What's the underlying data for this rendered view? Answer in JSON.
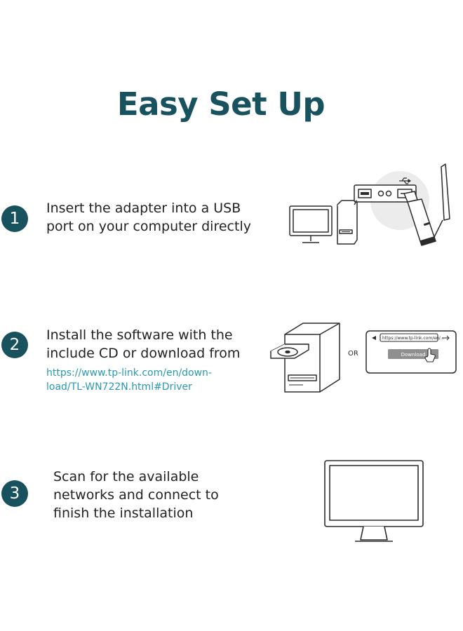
{
  "title": "Easy Set Up",
  "steps": [
    {
      "number": "1",
      "lines": [
        "Insert the adapter into a USB",
        "port on your computer directly"
      ]
    },
    {
      "number": "2",
      "lines": [
        "Install the software with the",
        "include CD or download from"
      ],
      "link_lines": [
        "https://www.tp-link.com/en/down-",
        "load/TL-WN722N.html#Driver"
      ]
    },
    {
      "number": "3",
      "lines": [
        "Scan for the available",
        "networks and connect to",
        "finish the installation"
      ]
    }
  ],
  "illustration2": {
    "or_label": "OR",
    "browser_url": "https://www.tp-link.com/en/...",
    "download_label": "Download"
  },
  "colors": {
    "title": "#17525e",
    "badge": "#17525e",
    "link": "#2a98b3"
  }
}
